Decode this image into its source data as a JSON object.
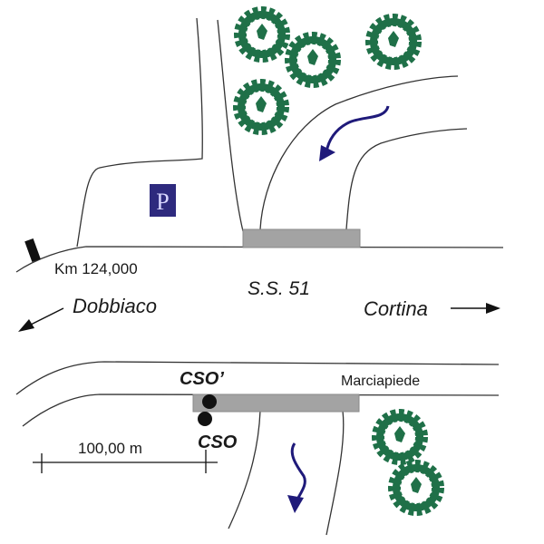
{
  "map": {
    "road_name": "S.S. 51",
    "km_marker": "Km 124,000",
    "direction_left": "Dobbiaco",
    "direction_right": "Cortina",
    "sidewalk_label": "Marciapiede",
    "point_upper": "CSO’",
    "point_lower": "CSO",
    "scale_label": "100,00 m",
    "parking_symbol": "P",
    "colors": {
      "tree": "#1f7048",
      "flow_arrow": "#1f1a7a",
      "parking_bg": "#2e2a7e",
      "sidewalk": "#a3a3a3",
      "line": "#333333"
    }
  }
}
